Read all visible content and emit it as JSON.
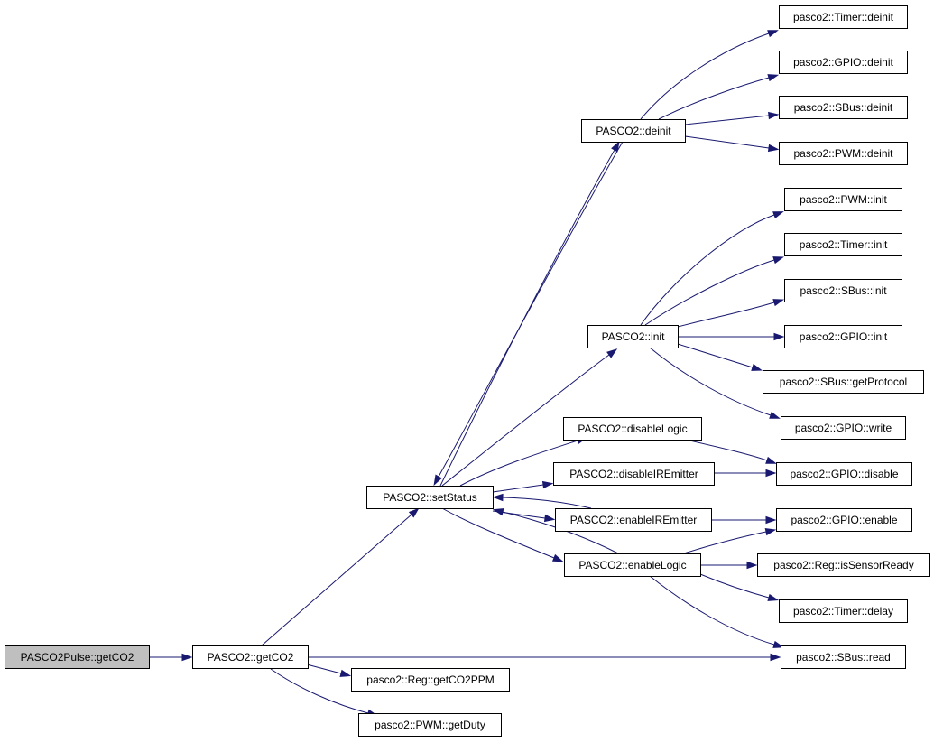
{
  "colors": {
    "edge": "#191970",
    "node_border": "#000000",
    "node_fill": "#ffffff",
    "root_fill": "#bfbfbf"
  },
  "nodes": [
    {
      "id": "root",
      "label": "PASCO2Pulse::getCO2",
      "root": true
    },
    {
      "id": "getCO2",
      "label": "PASCO2::getCO2"
    },
    {
      "id": "setStatus",
      "label": "PASCO2::setStatus"
    },
    {
      "id": "deinit",
      "label": "PASCO2::deinit"
    },
    {
      "id": "init",
      "label": "PASCO2::init"
    },
    {
      "id": "disableLogic",
      "label": "PASCO2::disableLogic"
    },
    {
      "id": "disableIREmitter",
      "label": "PASCO2::disableIREmitter"
    },
    {
      "id": "enableIREmitter",
      "label": "PASCO2::enableIREmitter"
    },
    {
      "id": "enableLogic",
      "label": "PASCO2::enableLogic"
    },
    {
      "id": "regGetCO2PPM",
      "label": "pasco2::Reg::getCO2PPM"
    },
    {
      "id": "pwmGetDuty",
      "label": "pasco2::PWM::getDuty"
    },
    {
      "id": "timerDeinit",
      "label": "pasco2::Timer::deinit"
    },
    {
      "id": "gpioDeinit",
      "label": "pasco2::GPIO::deinit"
    },
    {
      "id": "sbusDeinit",
      "label": "pasco2::SBus::deinit"
    },
    {
      "id": "pwmDeinit",
      "label": "pasco2::PWM::deinit"
    },
    {
      "id": "pwmInit",
      "label": "pasco2::PWM::init"
    },
    {
      "id": "timerInit",
      "label": "pasco2::Timer::init"
    },
    {
      "id": "sbusInit",
      "label": "pasco2::SBus::init"
    },
    {
      "id": "gpioInit",
      "label": "pasco2::GPIO::init"
    },
    {
      "id": "sbusGetProtocol",
      "label": "pasco2::SBus::getProtocol"
    },
    {
      "id": "gpioWrite",
      "label": "pasco2::GPIO::write"
    },
    {
      "id": "gpioDisable",
      "label": "pasco2::GPIO::disable"
    },
    {
      "id": "gpioEnable",
      "label": "pasco2::GPIO::enable"
    },
    {
      "id": "regIsSensorReady",
      "label": "pasco2::Reg::isSensorReady"
    },
    {
      "id": "timerDelay",
      "label": "pasco2::Timer::delay"
    },
    {
      "id": "sbusRead",
      "label": "pasco2::SBus::read"
    }
  ],
  "edges": [
    {
      "from": "root",
      "to": "getCO2"
    },
    {
      "from": "getCO2",
      "to": "setStatus"
    },
    {
      "from": "getCO2",
      "to": "sbusRead"
    },
    {
      "from": "getCO2",
      "to": "regGetCO2PPM"
    },
    {
      "from": "getCO2",
      "to": "pwmGetDuty"
    },
    {
      "from": "setStatus",
      "to": "deinit"
    },
    {
      "from": "deinit",
      "to": "setStatus"
    },
    {
      "from": "setStatus",
      "to": "init"
    },
    {
      "from": "setStatus",
      "to": "disableLogic"
    },
    {
      "from": "setStatus",
      "to": "disableIREmitter"
    },
    {
      "from": "setStatus",
      "to": "enableIREmitter"
    },
    {
      "from": "enableIREmitter",
      "to": "setStatus"
    },
    {
      "from": "setStatus",
      "to": "enableLogic"
    },
    {
      "from": "enableLogic",
      "to": "setStatus"
    },
    {
      "from": "deinit",
      "to": "timerDeinit"
    },
    {
      "from": "deinit",
      "to": "gpioDeinit"
    },
    {
      "from": "deinit",
      "to": "sbusDeinit"
    },
    {
      "from": "deinit",
      "to": "pwmDeinit"
    },
    {
      "from": "init",
      "to": "pwmInit"
    },
    {
      "from": "init",
      "to": "timerInit"
    },
    {
      "from": "init",
      "to": "sbusInit"
    },
    {
      "from": "init",
      "to": "gpioInit"
    },
    {
      "from": "init",
      "to": "sbusGetProtocol"
    },
    {
      "from": "init",
      "to": "gpioWrite"
    },
    {
      "from": "disableLogic",
      "to": "gpioDisable"
    },
    {
      "from": "disableIREmitter",
      "to": "gpioDisable"
    },
    {
      "from": "enableIREmitter",
      "to": "gpioEnable"
    },
    {
      "from": "enableLogic",
      "to": "gpioEnable"
    },
    {
      "from": "enableLogic",
      "to": "regIsSensorReady"
    },
    {
      "from": "enableLogic",
      "to": "timerDelay"
    },
    {
      "from": "enableLogic",
      "to": "sbusRead"
    }
  ]
}
